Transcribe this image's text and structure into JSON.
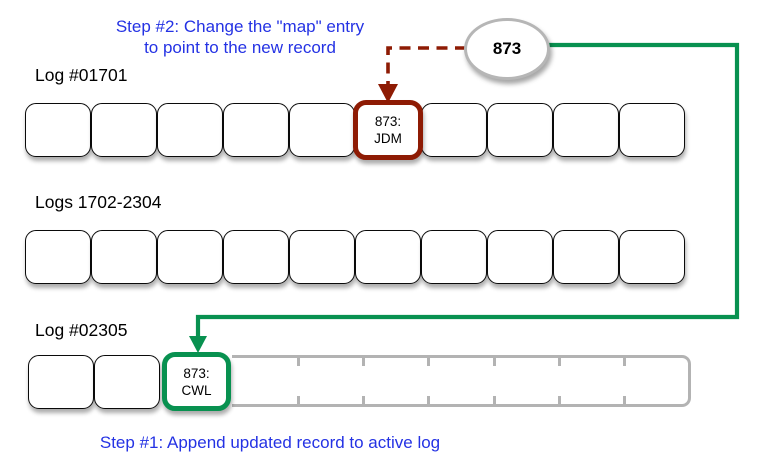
{
  "colors": {
    "annotation_blue": "#2432e4",
    "old_record_red": "#8e1b04",
    "new_record_green": "#089150",
    "cell_border_black": "#0a0a0a",
    "empty_log_gray": "#b3b3b3"
  },
  "annotations": {
    "step2": {
      "line1": "Step #2: Change the \"map\" entry",
      "line2": "to point to the new record"
    },
    "step1": "Step #1: Append updated record to active log"
  },
  "map_entry": {
    "value": "873"
  },
  "rows": [
    {
      "label": "Log #01701",
      "cell_count": 10,
      "highlight_index": 5,
      "highlight": {
        "line1": "873:",
        "line2": "JDM",
        "style": "hl-red",
        "name": "record-cell-jdm"
      }
    },
    {
      "label": "Logs 1702-2304",
      "cell_count": 10
    },
    {
      "label": "Log #02305",
      "cell_count": 3,
      "highlight_index": 2,
      "highlight": {
        "line1": "873:",
        "line2": "CWL",
        "style": "hl-green",
        "name": "record-cell-cwl"
      },
      "empty_slot_count": 7
    }
  ]
}
